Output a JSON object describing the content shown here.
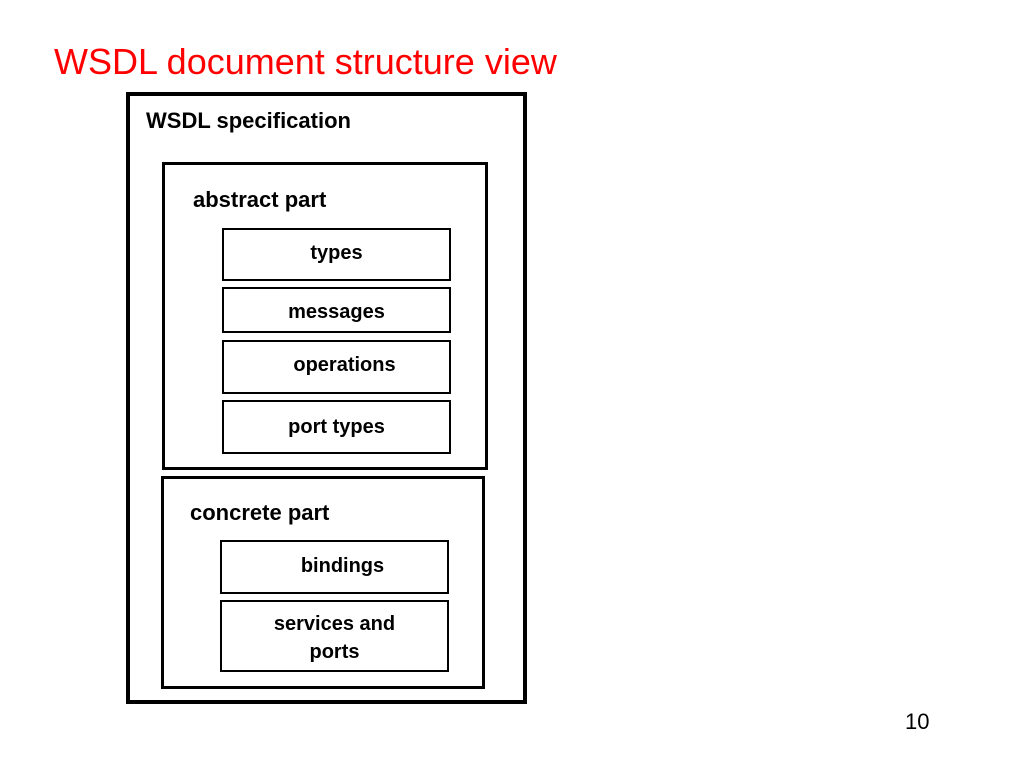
{
  "slide": {
    "title": "WSDL document structure view",
    "number": "10"
  },
  "diagram": {
    "outer_label": "WSDL specification",
    "abstract_part": {
      "label": "abstract part",
      "items": [
        "types",
        "messages",
        "operations",
        "port types"
      ]
    },
    "concrete_part": {
      "label": "concrete part",
      "items": [
        "bindings",
        "services and ports"
      ]
    }
  },
  "colors": {
    "title": "#ff0000",
    "border": "#000000",
    "background": "#ffffff"
  }
}
